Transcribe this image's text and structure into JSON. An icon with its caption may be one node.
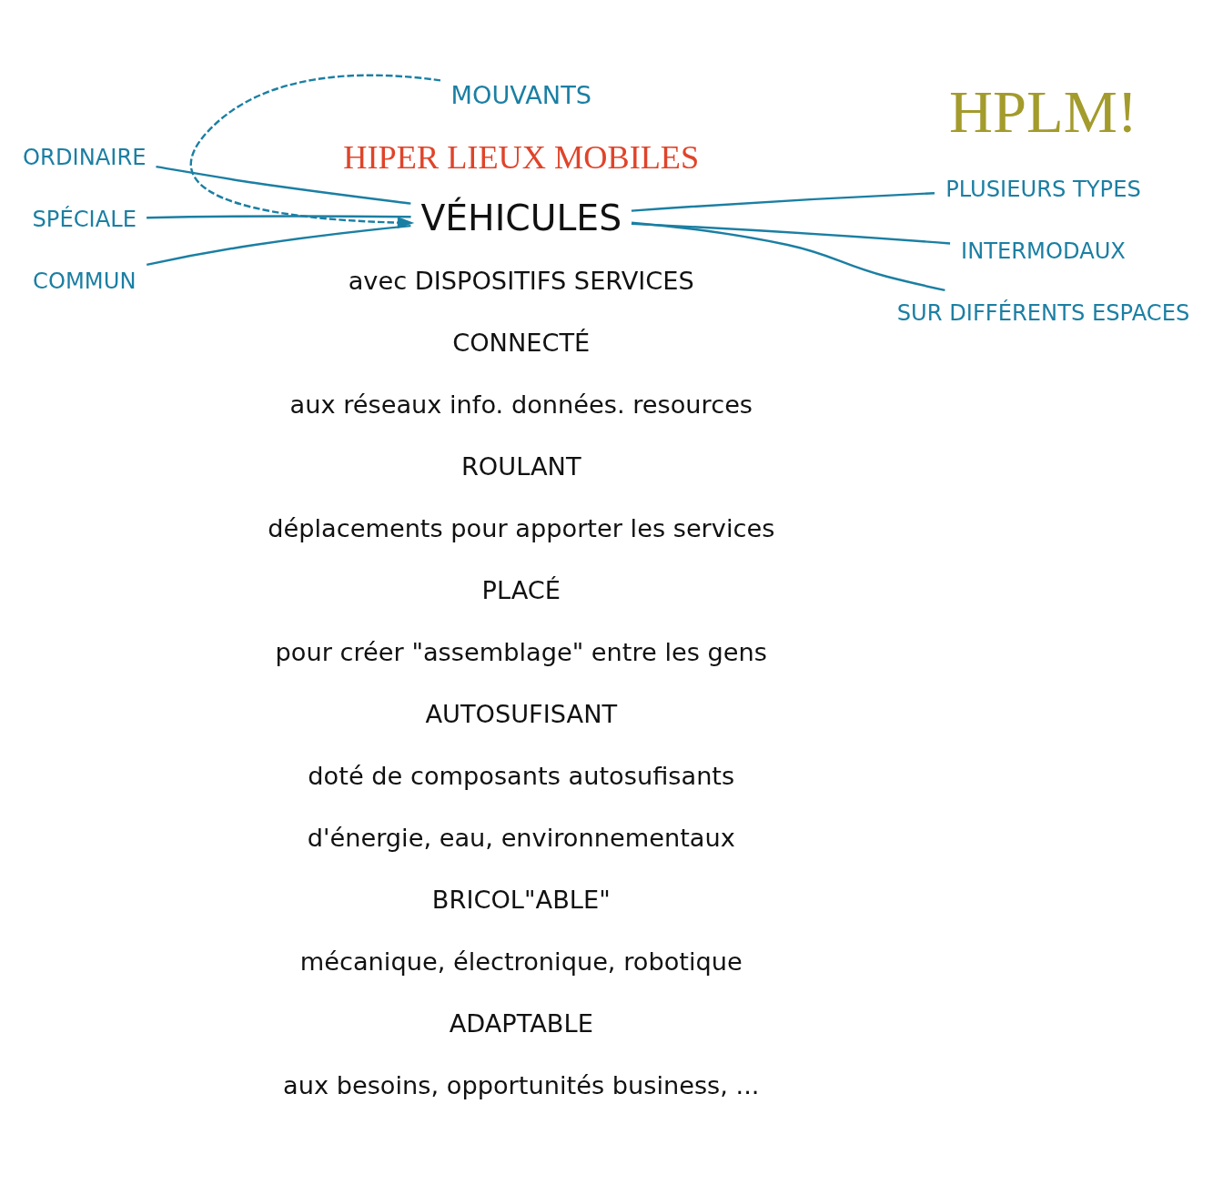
{
  "diagram": {
    "nodes": [
      {
        "text": [
          "MOUVANTS"
        ]
      },
      {
        "text": [
          "ORDINAIRE"
        ]
      },
      {
        "text": [
          "SPÉCIALE"
        ]
      },
      {
        "text": [
          "COMMUN"
        ]
      },
      {
        "text": [
          "VÉHICULES"
        ]
      },
      {
        "text": [
          "PLUSIEURS TYPES"
        ]
      },
      {
        "text": [
          "INTERMODAUX"
        ]
      },
      {
        "text": [
          "SUR DIFFÉRENTS ESPACES"
        ]
      }
    ],
    "edges": [
      {
        "from": 0,
        "to": 4,
        "arrow": "to",
        "style": "dashed"
      },
      {
        "from": 1,
        "to": 4,
        "arrow": "none"
      },
      {
        "from": 2,
        "to": 4,
        "arrow": "none"
      },
      {
        "from": 3,
        "to": 4,
        "arrow": "none"
      },
      {
        "from": 5,
        "to": 4,
        "arrow": "none"
      },
      {
        "from": 6,
        "to": 4,
        "arrow": "none"
      },
      {
        "from": 7,
        "to": 4,
        "arrow": "none"
      }
    ],
    "labels": [
      "HIPER LIEUX MOBILES",
      "HPLM!",
      "avec DISPOSITIFS SERVICES",
      "CONNECTÉ",
      "aux réseaux info. données. resources",
      "ROULANT",
      "déplacements pour apporter les services",
      "PLACÉ",
      "pour créer \"assemblage\" entre les gens",
      "AUTOSUFISANT",
      "doté de composants autosufisants",
      "d'énergie, eau, environnementaux",
      "BRICOL\"ABLE\"",
      "mécanique, électronique, robotique",
      "ADAPTABLE",
      "aux besoins, opportunités business, ..."
    ]
  }
}
